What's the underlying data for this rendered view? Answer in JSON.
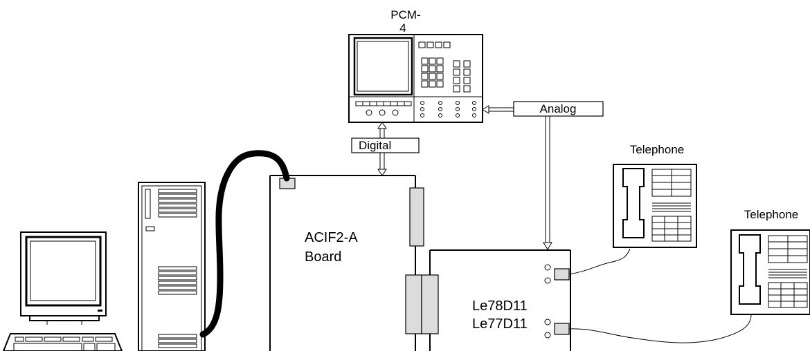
{
  "labels": {
    "pcm_line1": "PCM-",
    "pcm_line2": "4",
    "analog": "Analog",
    "digital": "Digital",
    "telephone_1": "Telephone",
    "telephone_2": "Telephone",
    "board_line1": "ACIF2-A",
    "board_line2": "Board",
    "chip_line1": "Le78D11",
    "chip_line2": "Le77D11"
  },
  "colors": {
    "line": "#000000",
    "connector_fill": "#dcdcdc",
    "background": "#ffffff"
  }
}
